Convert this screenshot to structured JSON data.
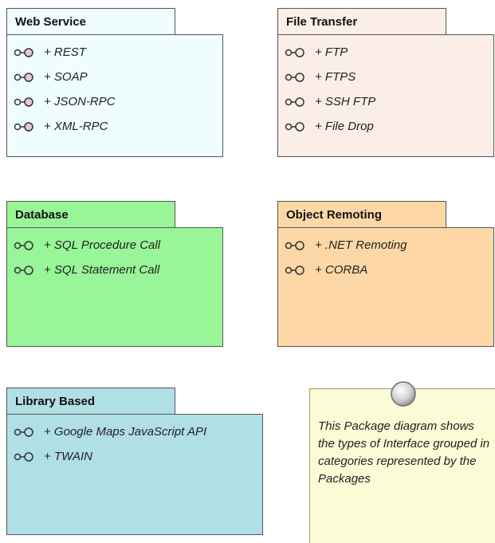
{
  "packages": {
    "web_service": {
      "name": "Web Service",
      "color": "#effdfe",
      "items": [
        "+ REST",
        "+ SOAP",
        "+ JSON-RPC",
        "+ XML-RPC"
      ]
    },
    "file_transfer": {
      "name": "File Transfer",
      "color": "#faeee6",
      "items": [
        "+ FTP",
        "+ FTPS",
        "+ SSH FTP",
        "+ File Drop"
      ]
    },
    "database": {
      "name": "Database",
      "color": "#98f598",
      "items": [
        "+ SQL Procedure Call",
        "+ SQL Statement Call"
      ]
    },
    "object_remoting": {
      "name": "Object Remoting",
      "color": "#fdd8a6",
      "items": [
        "+ .NET Remoting",
        "+ CORBA"
      ]
    },
    "library_based": {
      "name": "Library Based",
      "color": "#b1dfe6",
      "items": [
        "+ Google Maps JavaScript API",
        "+ TWAIN"
      ]
    }
  },
  "note": {
    "text": "This Package diagram shows the types of Interface grouped in categories represented by the Packages"
  }
}
